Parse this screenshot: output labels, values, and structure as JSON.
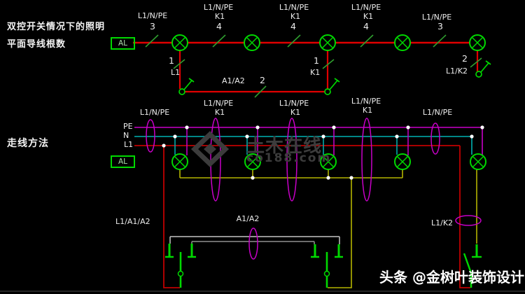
{
  "colors": {
    "background": "#000000",
    "wire_live_red": "#e00000",
    "bus_pe_magenta": "#c800c8",
    "bus_n_cyan": "#00b2b2",
    "switched_yellow": "#b4b400",
    "traveller_gray": "#b9b9b9",
    "symbol_green": "#00d800",
    "label_text": "#ededed",
    "watermark_gray": "#3c3c3c"
  },
  "titles": {
    "plan_line1": "双控开关情况下的照明",
    "plan_line2": "平面导线根数",
    "method": "走线方法"
  },
  "distribution_box": {
    "label": "AL"
  },
  "plan": {
    "segments": [
      {
        "bundle": "L1/N/PE",
        "circuit": "",
        "count": "3"
      },
      {
        "bundle": "L1/N/PE",
        "circuit": "K1",
        "count": "4"
      },
      {
        "bundle": "L1/N/PE",
        "circuit": "K1",
        "count": "4"
      },
      {
        "bundle": "L1/N/PE",
        "circuit": "K1",
        "count": "4"
      },
      {
        "bundle": "L1/N/PE",
        "circuit": "",
        "count": "3"
      }
    ],
    "drops": {
      "lamp1": {
        "count": "1",
        "label": "L1"
      },
      "loop": {
        "label": "A1/A2",
        "count": "2"
      },
      "lamp3": {
        "count": "1",
        "label": "K1"
      },
      "lamp5": {
        "count": "2",
        "label": "L1/K2"
      }
    }
  },
  "wiring": {
    "bus": {
      "pe": "PE",
      "n": "N",
      "l1": "L1"
    },
    "bundles": [
      {
        "line1": "L1/N/PE",
        "line2": ""
      },
      {
        "line1": "L1/N/PE",
        "line2": "K1"
      },
      {
        "line1": "L1/N/PE",
        "line2": "K1"
      },
      {
        "line1": "L1/N/PE",
        "line2": "K1"
      },
      {
        "line1": "L1/N/PE",
        "line2": ""
      }
    ],
    "runs": {
      "feed": "L1/A1/A2",
      "travellers": "A1/A2",
      "lamp5": "L1/K2"
    }
  },
  "watermarks": {
    "site_name": "土木在线",
    "site_url": "co188.com",
    "credit_source": "头条",
    "credit_account": "@金树叶装饰设计"
  }
}
